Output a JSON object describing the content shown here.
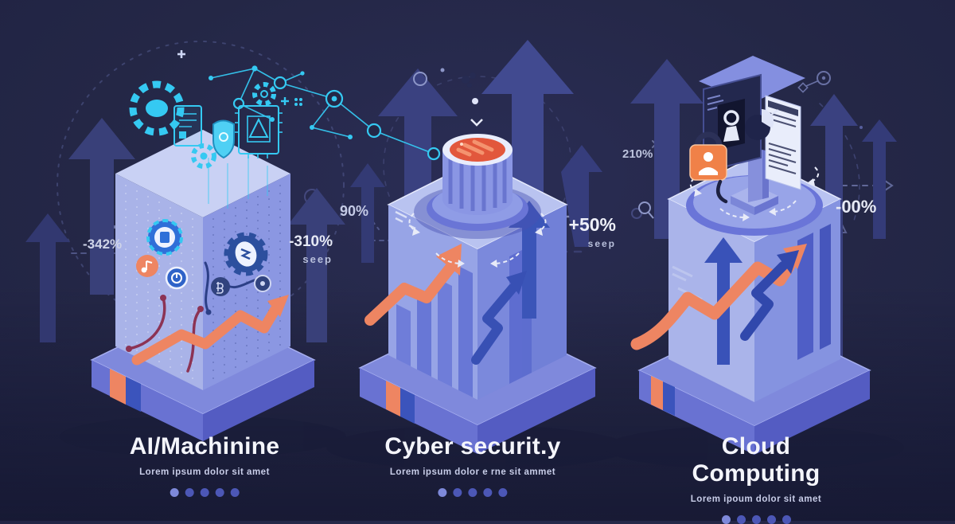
{
  "colors": {
    "background": "#242746",
    "accent_orange": "#ee8562",
    "accent_cyan": "#3cc9f2",
    "pedestal_light": "#a9b3e8",
    "pedestal_dark": "#8b97e2",
    "arrow_navy": "#3a4180",
    "text_primary": "#f4f5fb",
    "text_muted": "#c8cde8"
  },
  "panels": [
    {
      "id": "ai-machine-learning",
      "title": "AI/Machinine",
      "subtitle": "Lorem ipsum dolor sit amet",
      "left_label": {
        "value": "-342%"
      },
      "right_label": {
        "value": "-310%",
        "caption": "seep"
      },
      "dots": 5
    },
    {
      "id": "cyber-security",
      "title": "Cyber securit.y",
      "subtitle": "Lorem ipsum dolor e rne sit ammet",
      "left_label": {
        "value": "90%"
      },
      "right_label": {
        "value": "+50%",
        "caption": "seep"
      },
      "dots": 5
    },
    {
      "id": "cloud-computing",
      "title": "Cloud Computing",
      "subtitle": "Lorem ipoum dolor sit amet",
      "left_label": {
        "value": "210%"
      },
      "right_label": {
        "value": "-00%",
        "caption": ""
      },
      "dots": 5
    }
  ]
}
